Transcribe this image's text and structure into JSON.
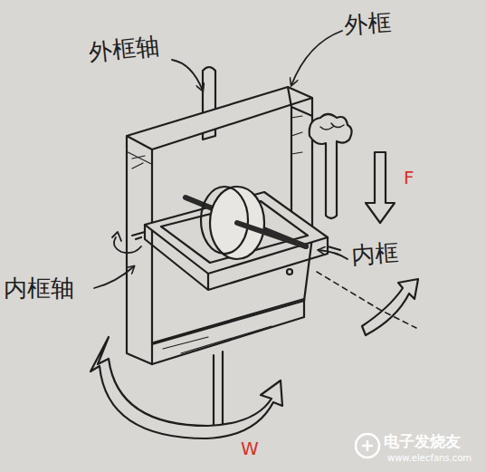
{
  "diagram": {
    "labels": [
      "外框轴",
      "外框",
      "F",
      "内框",
      "内框轴",
      "W",
      "电子发烧友",
      "www.elecfans.com"
    ]
  }
}
